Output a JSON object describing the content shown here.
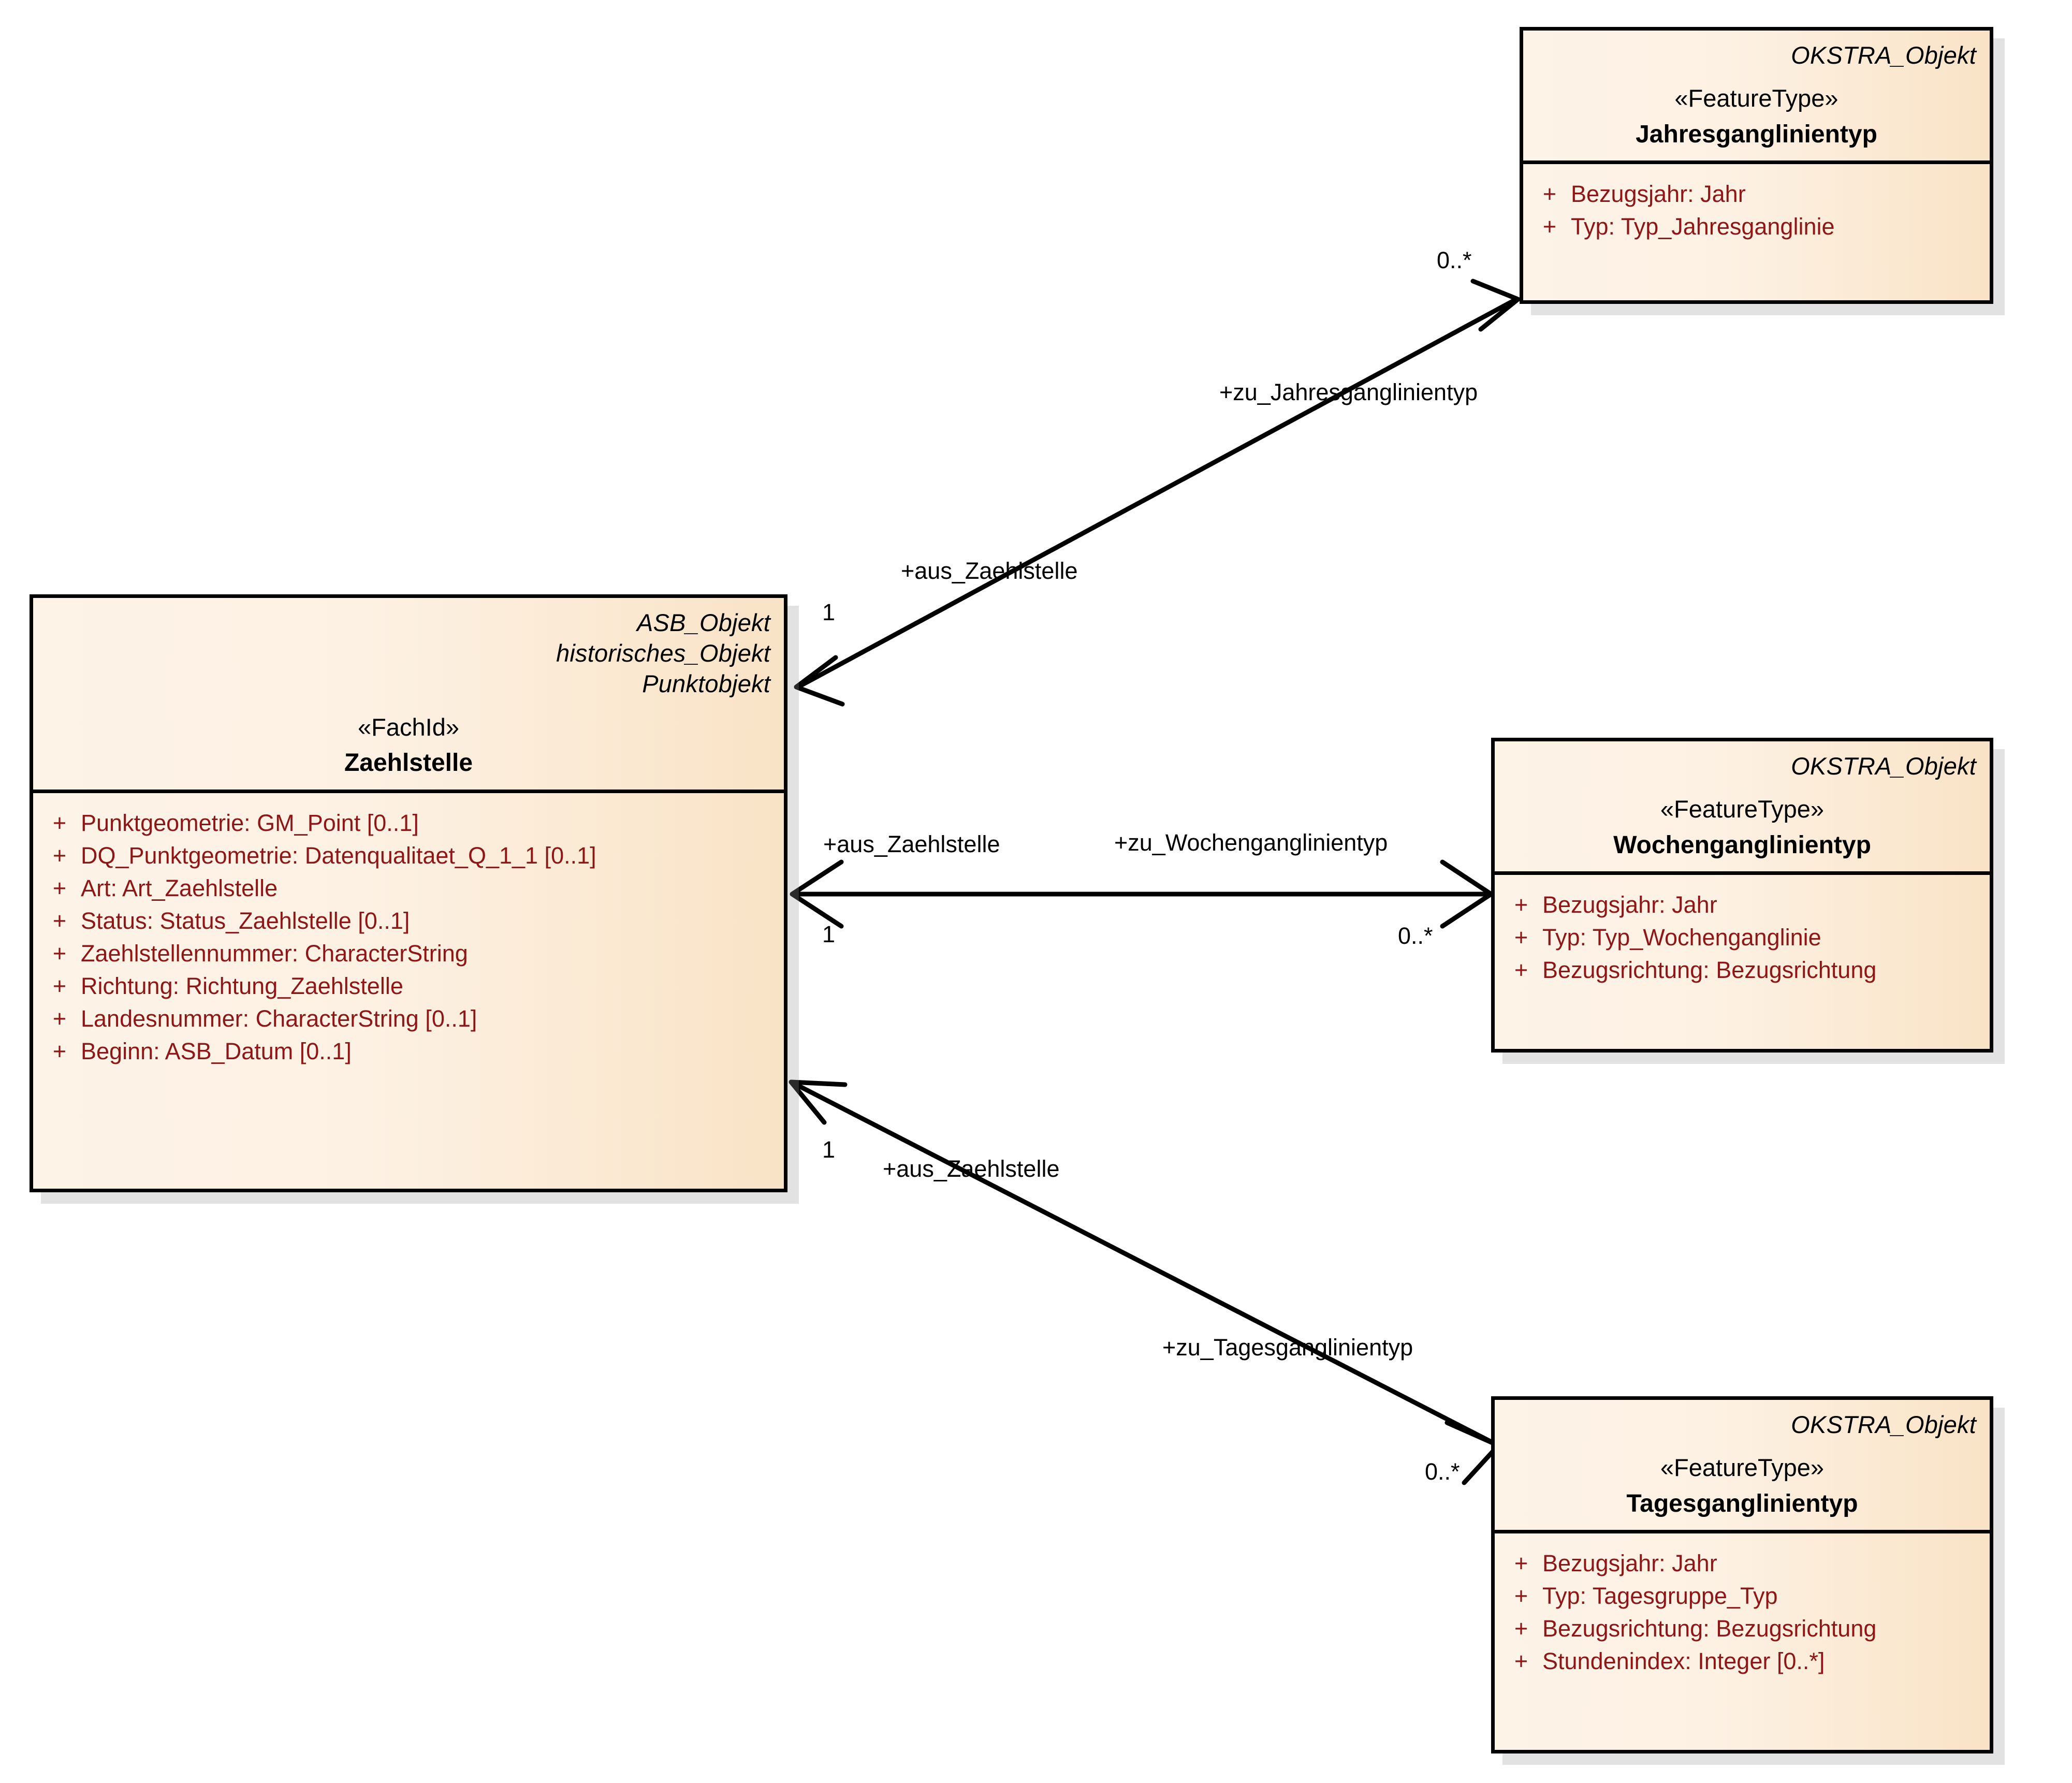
{
  "diagram": {
    "type": "uml-class-diagram",
    "title": "Zaehlstelle Ganglinientyp Associations",
    "colors": {
      "box_fill_left": "#fdf3e7",
      "box_fill_right": "#f9e3c6",
      "box_border": "#000000",
      "attribute_text": "#8e1616",
      "label_text": "#000000",
      "shadow": "#d9d9d9",
      "background": "#ffffff"
    }
  },
  "classes": [
    {
      "id": "jahresganglinientyp",
      "parents": [
        "OKSTRA_Objekt"
      ],
      "stereotype": "«FeatureType»",
      "name": "Jahresganglinientyp",
      "attributes": [
        {
          "visibility": "+",
          "text": "Bezugsjahr: Jahr"
        },
        {
          "visibility": "+",
          "text": "Typ: Typ_Jahresganglinie"
        }
      ]
    },
    {
      "id": "zaehlstelle",
      "parents": [
        "ASB_Objekt",
        "historisches_Objekt",
        "Punktobjekt"
      ],
      "stereotype": "«FachId»",
      "name": "Zaehlstelle",
      "attributes": [
        {
          "visibility": "+",
          "text": "Punktgeometrie: GM_Point [0..1]"
        },
        {
          "visibility": "+",
          "text": "DQ_Punktgeometrie: Datenqualitaet_Q_1_1 [0..1]"
        },
        {
          "visibility": "+",
          "text": "Art: Art_Zaehlstelle"
        },
        {
          "visibility": "+",
          "text": "Status: Status_Zaehlstelle [0..1]"
        },
        {
          "visibility": "+",
          "text": "Zaehlstellennummer: CharacterString"
        },
        {
          "visibility": "+",
          "text": "Richtung: Richtung_Zaehlstelle"
        },
        {
          "visibility": "+",
          "text": "Landesnummer: CharacterString [0..1]"
        },
        {
          "visibility": "+",
          "text": "Beginn: ASB_Datum [0..1]"
        }
      ]
    },
    {
      "id": "wochenganglinientyp",
      "parents": [
        "OKSTRA_Objekt"
      ],
      "stereotype": "«FeatureType»",
      "name": "Wochenganglinientyp",
      "attributes": [
        {
          "visibility": "+",
          "text": "Bezugsjahr: Jahr"
        },
        {
          "visibility": "+",
          "text": "Typ: Typ_Wochenganglinie"
        },
        {
          "visibility": "+",
          "text": "Bezugsrichtung: Bezugsrichtung"
        }
      ]
    },
    {
      "id": "tagesganglinientyp",
      "parents": [
        "OKSTRA_Objekt"
      ],
      "stereotype": "«FeatureType»",
      "name": "Tagesganglinientyp",
      "attributes": [
        {
          "visibility": "+",
          "text": "Bezugsjahr: Jahr"
        },
        {
          "visibility": "+",
          "text": "Typ: Tagesgruppe_Typ"
        },
        {
          "visibility": "+",
          "text": "Bezugsrichtung: Bezugsrichtung"
        },
        {
          "visibility": "+",
          "text": "Stundenindex: Integer [0..*]"
        }
      ]
    }
  ],
  "associations": [
    {
      "id": "assoc-jahres",
      "from": "zaehlstelle",
      "to": "jahresganglinientyp",
      "source_role": "+aus_Zaehlstelle",
      "target_role": "+zu_Jahresganglinientyp",
      "source_multiplicity": "1",
      "target_multiplicity": "0..*"
    },
    {
      "id": "assoc-wochen",
      "from": "zaehlstelle",
      "to": "wochenganglinientyp",
      "source_role": "+aus_Zaehlstelle",
      "target_role": "+zu_Wochenganglinientyp",
      "source_multiplicity": "1",
      "target_multiplicity": "0..*"
    },
    {
      "id": "assoc-tages",
      "from": "zaehlstelle",
      "to": "tagesganglinientyp",
      "source_role": "+aus_Zaehlstelle",
      "target_role": "+zu_Tagesganglinientyp",
      "source_multiplicity": "1",
      "target_multiplicity": "0..*"
    }
  ]
}
